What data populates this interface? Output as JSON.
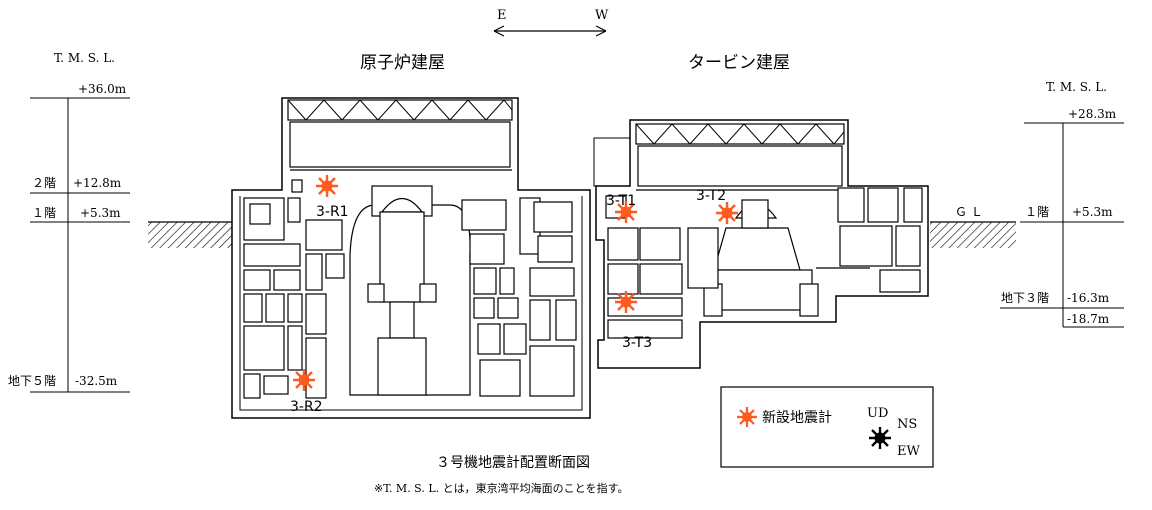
{
  "direction": {
    "east": "E",
    "west": "W"
  },
  "buildings": {
    "reactor_title": "原子炉建屋",
    "turbine_title": "タービン建屋"
  },
  "left_scale": {
    "header": "T. M. S. L.",
    "top": "+36.0m",
    "floor_2f_label": "２階",
    "floor_2f_value": "+12.8m",
    "floor_1f_label": "１階",
    "floor_1f_value": "+5.3m",
    "floor_b5_label": "地下５階",
    "floor_b5_value": "-32.5m"
  },
  "right_scale": {
    "header": "T. M. S. L.",
    "top": "+28.3m",
    "gl_label": "Ｇ Ｌ",
    "floor_1f_label": "１階",
    "floor_1f_value": "+5.3m",
    "floor_b3_label": "地下３階",
    "floor_b3_value": "-16.3m",
    "bottom": "-18.7m"
  },
  "sensors": [
    {
      "id": "3-R1"
    },
    {
      "id": "3-R2"
    },
    {
      "id": "3-T1"
    },
    {
      "id": "3-T2"
    },
    {
      "id": "3-T3"
    }
  ],
  "legend": {
    "new_seismometer": "新設地震計",
    "ud": "UD",
    "ns": "NS",
    "ew": "EW"
  },
  "colors": {
    "sensor": "#ff5a1f",
    "line": "#000000"
  },
  "caption": {
    "title": "３号機地震計配置断面図",
    "note": "※T. M. S. L. とは，東京湾平均海面のことを指す。"
  }
}
